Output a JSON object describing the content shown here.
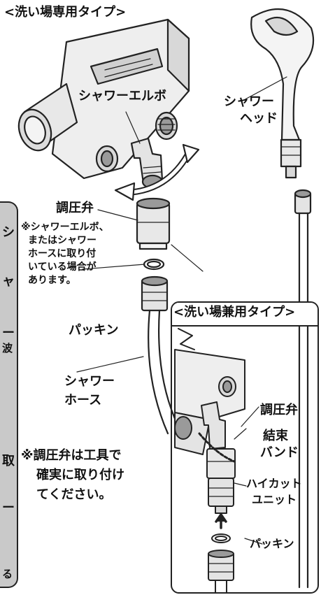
{
  "titles": {
    "main_type": "<洗い場専用タイプ>",
    "inset_type": "<洗い場兼用タイプ>"
  },
  "labels": {
    "shower_elbow": "シャワーエルボ",
    "shower_head_line1": "シャワー",
    "shower_head_line2": "ヘッド",
    "pressure_valve": "調圧弁",
    "note_line1": "※シャワーエルボ、",
    "note_line2": "またはシャワー",
    "note_line3": "ホースに取り付",
    "note_line4": "いている場合が",
    "note_line5": "あります。",
    "packing": "パッキン",
    "shower_hose_line1": "シャワー",
    "shower_hose_line2": "ホース",
    "caution_line1": "※調圧弁は工具で",
    "caution_line2": "確実に取り付け",
    "caution_line3": "てください。",
    "inset_pressure_valve": "調圧弁",
    "cable_tie_line1": "結束",
    "cable_tie_line2": "バンド",
    "high_cut_line1": "ハイカット",
    "high_cut_line2": "ユニット",
    "inset_packing": "パッキン"
  },
  "sidebar_chars": [
    "シ",
    "ャ",
    "ー",
    "波",
    "取",
    "ー",
    "る"
  ],
  "colors": {
    "line": "#222222",
    "fill_light": "#f4f4f4",
    "fill_mid": "#d8d8d8",
    "fill_dark": "#9a9a9a",
    "sidebar": "#c9c9c9"
  }
}
